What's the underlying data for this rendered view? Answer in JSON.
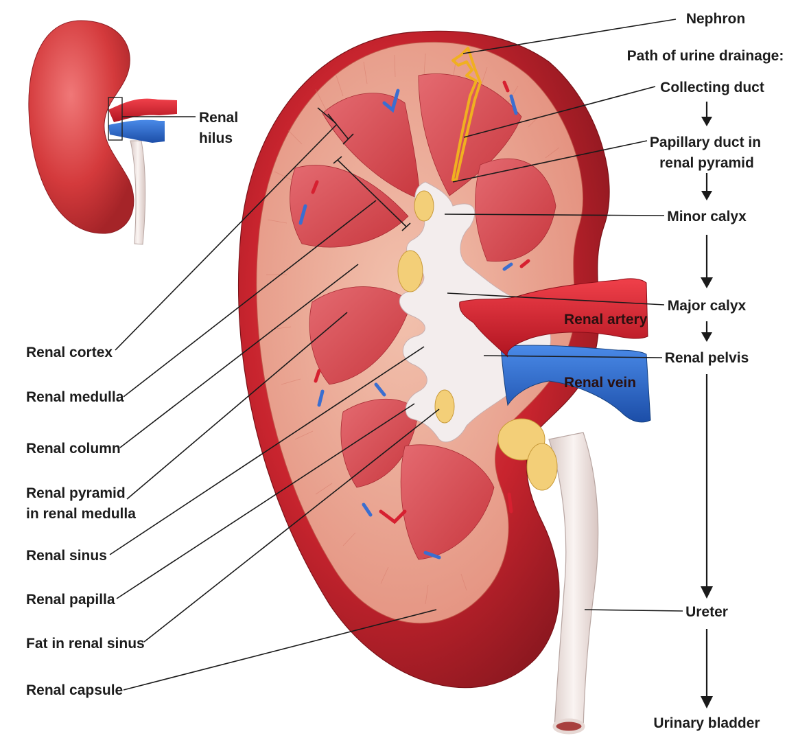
{
  "labels": {
    "nephron": "Nephron",
    "path_heading": "Path of urine drainage:",
    "collecting_duct": "Collecting duct",
    "papillary_duct_1": "Papillary duct in",
    "papillary_duct_2": "renal pyramid",
    "minor_calyx": "Minor calyx",
    "major_calyx": "Major calyx",
    "renal_pelvis": "Renal pelvis",
    "ureter": "Ureter",
    "urinary_bladder": "Urinary bladder",
    "renal_artery": "Renal artery",
    "renal_vein": "Renal vein",
    "renal_hilus_1": "Renal",
    "renal_hilus_2": "hilus",
    "renal_cortex": "Renal cortex",
    "renal_medulla": "Renal medulla",
    "renal_column": "Renal column",
    "renal_pyramid_1": "Renal pyramid",
    "renal_pyramid_2": "in renal medulla",
    "renal_sinus": "Renal sinus",
    "renal_papilla": "Renal papilla",
    "fat_in_renal_sinus": "Fat in renal sinus",
    "renal_capsule": "Renal capsule"
  },
  "colors": {
    "kidney_outer": "#c8242e",
    "kidney_cortex": "#e8a08a",
    "pyramid": "#d9505a",
    "calyx": "#f2ecec",
    "fat": "#f3cf78",
    "artery": "#d9182a",
    "vein": "#2464c8",
    "ureter": "#f0e6e4",
    "nephron": "#f0b020"
  }
}
